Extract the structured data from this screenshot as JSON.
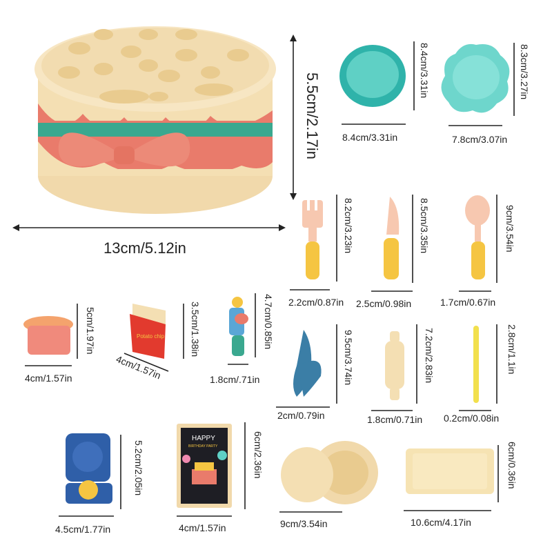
{
  "dimensions": {
    "cake_width": "13cm/5.12in",
    "cake_height": "5.5cm/2.17in",
    "plate_round_w": "8.4cm/3.31in",
    "plate_round_h": "8.4cm/3.31in",
    "plate_flower_w": "7.8cm/3.07in",
    "plate_flower_h": "8.3cm/3.27in",
    "fork_h": "8.2cm/3.23in",
    "fork_w": "2.2cm/0.87in",
    "knife_h": "8.5cm/3.35in",
    "knife_w": "2.5cm/0.98in",
    "spoon_h": "9cm/3.54in",
    "spoon_w": "1.7cm/0.67in",
    "cup_h": "5cm/1.97in",
    "cup_w": "4cm/1.57in",
    "chips_h": "3.5cm/1.38in",
    "chips_w": "4cm/1.57in",
    "candle_h": "4.7cm/0.85in",
    "candle_w": "1.8cm/.71in",
    "spatula_h": "9.5cm/3.74in",
    "spatula_w": "2cm/0.79in",
    "rolling_pin_h": "7.2cm/2.83in",
    "rolling_pin_w": "1.8cm/0.71in",
    "stick_h": "2.8cm/1.1in",
    "stick_w": "0.2cm/0.08in",
    "egg_mold_h": "5.2cm/2.05in",
    "egg_mold_w": "4.5cm/1.77in",
    "card_h": "6cm/2.36in",
    "card_w": "4cm/1.57in",
    "steamer_w": "9cm/3.54in",
    "tray_h": "6cm/0.36in",
    "tray_w": "10.6cm/4.17in"
  },
  "art_text": {
    "chips_label": "Potato chip",
    "card_happy": "HAPPY",
    "card_sub": "BIRTHDAY PARTY"
  },
  "colors": {
    "cream": "#f4dfb3",
    "coral": "#e97b6b",
    "teal": "#3aa88f",
    "mint": "#5fd0c5",
    "yellow": "#f5c542",
    "blue": "#2f5fa8"
  }
}
